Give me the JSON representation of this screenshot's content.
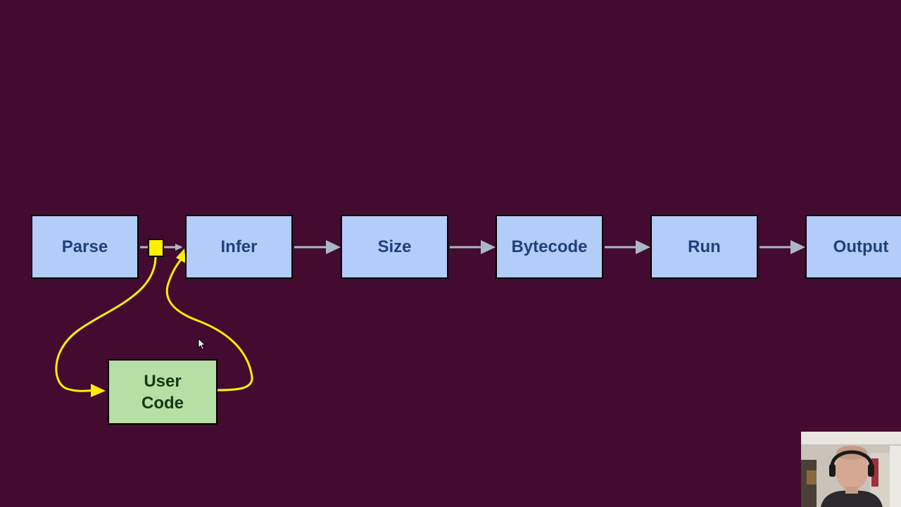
{
  "colors": {
    "background": "#430B2F",
    "pipeline_box_fill": "#B3CCFA",
    "pipeline_box_text": "#20417A",
    "user_box_fill": "#B7DEA5",
    "user_box_text": "#143814",
    "arrow_gray": "#A9B8C2",
    "hook_yellow": "#FFEE00"
  },
  "pipeline": {
    "stages": [
      {
        "label": "Parse"
      },
      {
        "label": "Infer"
      },
      {
        "label": "Size"
      },
      {
        "label": "Bytecode"
      },
      {
        "label": "Run"
      },
      {
        "label": "Output"
      }
    ]
  },
  "user_code": {
    "line1": "User",
    "line2": "Code"
  },
  "overlay": {
    "webcam_icon": "presenter-webcam",
    "cursor_icon": "mouse-pointer-icon"
  }
}
